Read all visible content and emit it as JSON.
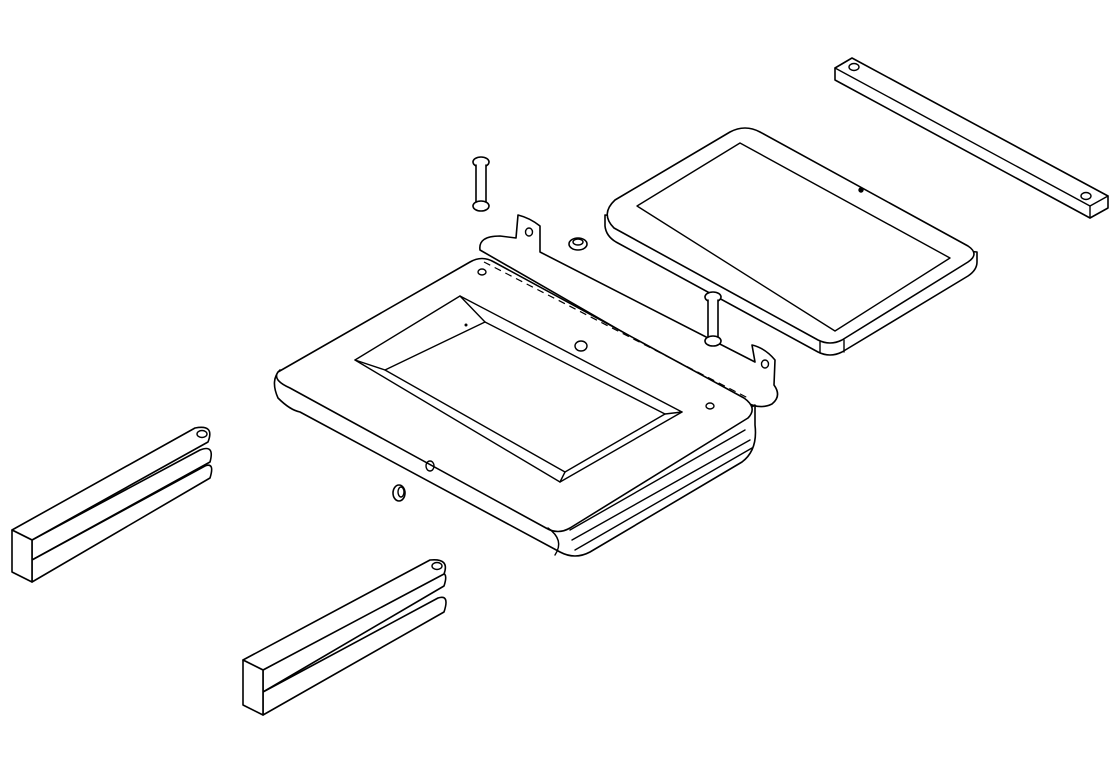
{
  "drawing": {
    "style": "isometric exploded-view line drawing",
    "colors": {
      "line": "#000000",
      "background": "#ffffff"
    },
    "parts": [
      "top-bar",
      "tablet",
      "enclosure",
      "mounting-bracket",
      "pin",
      "pin",
      "grommet",
      "grommet",
      "leg",
      "leg"
    ]
  }
}
